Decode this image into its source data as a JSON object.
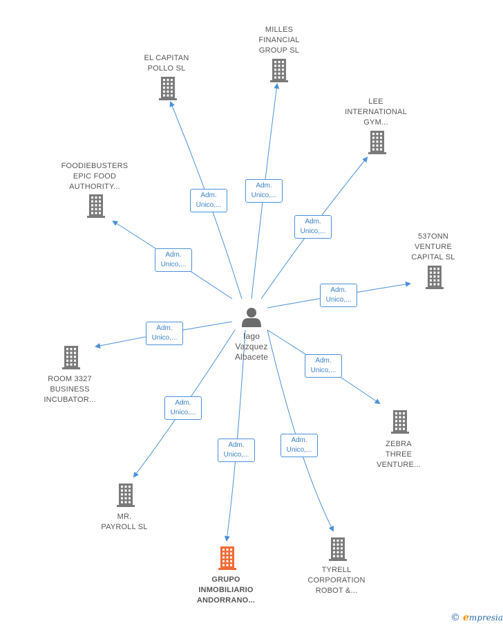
{
  "colors": {
    "edge": "#4a90d9",
    "company": "#7a7a7a",
    "highlight": "#f26a33",
    "person": "#6b6b6b"
  },
  "center": {
    "icon": "person-icon",
    "lines": [
      "Iago",
      "Vazquez",
      "Albacete"
    ]
  },
  "relation": {
    "line1": "Adm.",
    "line2": "Unico,..."
  },
  "nodes": [
    {
      "id": "milles",
      "lines": [
        "MILLES",
        "FINANCIAL",
        "GROUP  SL"
      ],
      "icon": "building-icon",
      "highlight": false
    },
    {
      "id": "el-capitan",
      "lines": [
        "EL CAPITAN",
        "POLLO  SL"
      ],
      "icon": "building-icon",
      "highlight": false
    },
    {
      "id": "lee",
      "lines": [
        "LEE",
        "INTERNATIONAL",
        "GYM..."
      ],
      "icon": "building-icon",
      "highlight": false
    },
    {
      "id": "foodiebusters",
      "lines": [
        "FOODIEBUSTERS",
        "EPIC FOOD",
        "AUTHORITY..."
      ],
      "icon": "building-icon",
      "highlight": false
    },
    {
      "id": "537onn",
      "lines": [
        "537ONN",
        "VENTURE",
        "CAPITAL  SL"
      ],
      "icon": "building-icon",
      "highlight": false
    },
    {
      "id": "room3327",
      "lines": [
        "ROOM 3327",
        "BUSINESS",
        "INCUBATOR..."
      ],
      "icon": "building-icon",
      "highlight": false
    },
    {
      "id": "zebra",
      "lines": [
        "ZEBRA",
        "THREE",
        "VENTURE..."
      ],
      "icon": "building-icon",
      "highlight": false
    },
    {
      "id": "mr-payroll",
      "lines": [
        "MR.",
        "PAYROLL  SL"
      ],
      "icon": "building-icon",
      "highlight": false
    },
    {
      "id": "grupo",
      "lines": [
        "GRUPO",
        "INMOBILIARIO",
        "ANDORRANO..."
      ],
      "icon": "building-icon",
      "highlight": true
    },
    {
      "id": "tyrell",
      "lines": [
        "TYRELL",
        "CORPORATION",
        "ROBOT &..."
      ],
      "icon": "building-icon",
      "highlight": false
    }
  ],
  "watermark": {
    "symbol": "©",
    "initial": "e",
    "rest": "mpresia"
  }
}
